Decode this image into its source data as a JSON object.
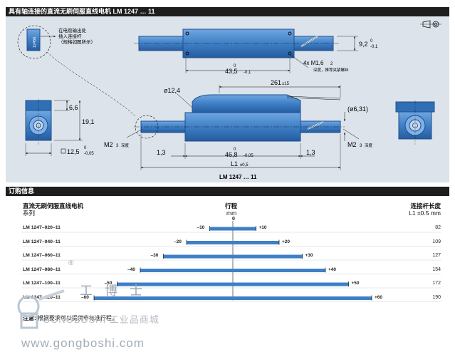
{
  "section1": {
    "title": "具有轴连接的直流无刷伺服直线电机 LM 1247 … 11"
  },
  "drawing": {
    "connector_note_line1": "在电缆输出处",
    "connector_note_line2": "插入连接杆",
    "connector_note_line3": "（规格如图所示）",
    "end_label": "12456",
    "dim_9_2": "9,2",
    "dim_9_2_tol_upper": "0",
    "dim_9_2_tol_lower": "-0,1",
    "dim_43_5": "43,5",
    "dim_43_5_tol_upper": "0",
    "dim_43_5_tol_lower": "-0,1",
    "thread_label": "4x M1,6",
    "thread_depth": "2",
    "thread_note": "深度，推荐夹紧螺丝",
    "dim_12_4": "ø12,4",
    "dim_261": "261",
    "dim_261_tol": "±15",
    "dim_6_31": "(ø6,31)",
    "dim_6_6": "6,6",
    "dim_19_1": "19,1",
    "dim_12_5": "12,5",
    "dim_12_5_tol_upper": "0",
    "dim_12_5_tol_lower": "-0,05",
    "dim_m2_left": "M2",
    "dim_m2_left_depth": "3",
    "depth_word": "深度",
    "dim_1_3_left": "1,3",
    "dim_46_8": "46,8",
    "dim_46_8_tol_upper": "0",
    "dim_46_8_tol_lower": "-0,05",
    "dim_1_3_right": "1,3",
    "dim_m2_right": "M2",
    "dim_m2_right_depth": "3",
    "dim_l1": "L1",
    "dim_l1_tol": "±0,5",
    "caption": "LM 1247 … 11"
  },
  "section2": {
    "title": "订购信息"
  },
  "order": {
    "col_name_line1": "直流无刷伺服直线电机",
    "col_name_line2": "系列",
    "col_stroke_line1": "行程",
    "col_stroke_line2": "mm",
    "zero_label": "0",
    "col_length_line1": "连接杆长度",
    "col_length_line2": "L1 ±0.5 mm",
    "rows": [
      {
        "model": "LM 1247–020–11",
        "neg": "–10",
        "pos": "+10",
        "stroke": 10,
        "length": "82"
      },
      {
        "model": "LM 1247–040–11",
        "neg": "–20",
        "pos": "+20",
        "stroke": 20,
        "length": "109"
      },
      {
        "model": "LM 1247–060–11",
        "neg": "–30",
        "pos": "+30",
        "stroke": 30,
        "length": "127"
      },
      {
        "model": "LM 1247–080–11",
        "neg": "–40",
        "pos": "+40",
        "stroke": 40,
        "length": "154"
      },
      {
        "model": "LM 1247–100–11",
        "neg": "–50",
        "pos": "+50",
        "stroke": 50,
        "length": "172"
      },
      {
        "model": "LM 1247–120–11",
        "neg": "–60",
        "pos": "+60",
        "stroke": 60,
        "length": "190"
      }
    ],
    "note_label": "注意:",
    "note_text": "根据要求可以提供非标准行程。"
  },
  "watermark": {
    "text1": "工 博 士",
    "text2": "GONGBOSHI 工业品商城",
    "text3": "www.gongboshi.com",
    "registered": "®"
  },
  "colors": {
    "blue": "#3f7fc6",
    "blue_dark": "#1f4f8e",
    "panel": "#dce3ea",
    "bar": "#1e1e1e"
  }
}
